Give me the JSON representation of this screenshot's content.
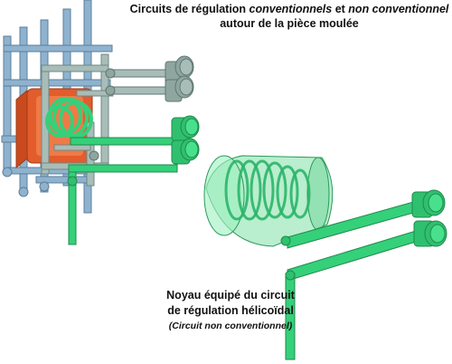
{
  "captions": {
    "top": {
      "part1": "Circuits de régulation ",
      "part2_italic": "conventionnels",
      "part3": " et ",
      "part4_italic": "non conventionnel",
      "part5": " autour de la pièce moulée"
    },
    "bottom": {
      "line1": "Noyau équipé du circuit",
      "line2": "de régulation hélicoïdal",
      "line3_italic": "(Circuit non conventionnel)"
    }
  },
  "colors": {
    "blue_pipe": "#8fb3cf",
    "blue_pipe_edge": "#5b7f9b",
    "gray_pipe": "#a9bdb8",
    "gray_connector": "#8fa6a0",
    "green_pipe": "#35d07a",
    "green_pipe_edge": "#1f8a4c",
    "green_transparent": "#7fe0a6",
    "orange_part": "#e25c2c",
    "orange_edge": "#a33a14"
  }
}
